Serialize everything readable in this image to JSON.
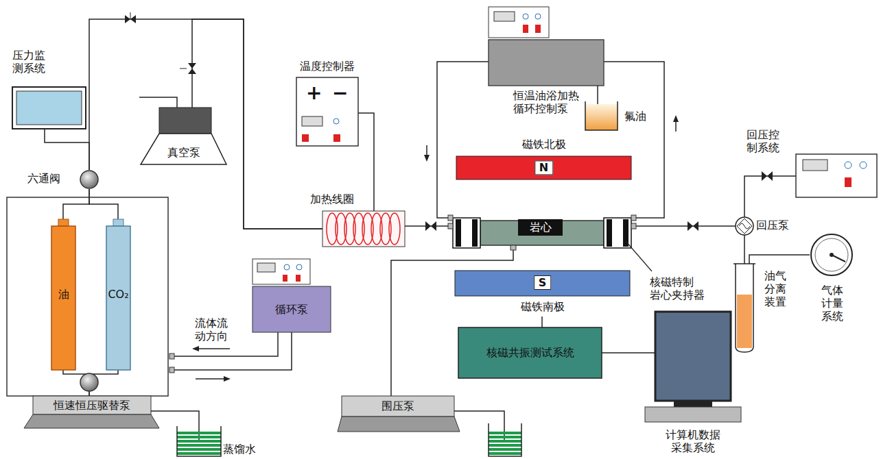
{
  "diagram": {
    "nodes": [
      {
        "text": [
          "压力监 测系统"
        ]
      },
      {
        "text": [
          "真空泵"
        ]
      },
      {
        "text": [
          "六通阀"
        ]
      },
      {
        "text": [
          "油"
        ]
      },
      {
        "text": [
          "CO₂"
        ]
      },
      {
        "text": [
          "恒速恒压驱替泵"
        ]
      },
      {
        "text": [
          "循环泵"
        ]
      },
      {
        "text": [
          "温度控制器",
          "+",
          "−"
        ]
      },
      {
        "text": [
          "加热线圈"
        ]
      },
      {
        "text": [
          "恒温油浴加热 循环控制泵"
        ]
      },
      {
        "text": [
          "N",
          "磁铁北极"
        ]
      },
      {
        "text": [
          "核磁特制 岩心夹持器"
        ]
      },
      {
        "text": [
          "岩心"
        ],
        "in": 11
      },
      {
        "text": [
          "S",
          "磁铁南极"
        ]
      },
      {
        "text": [
          "核磁共振测试系统"
        ]
      },
      {
        "text": [
          "计算机数据 采集系统"
        ]
      },
      {
        "text": [
          "围压泵"
        ]
      },
      {
        "text": [
          "回压控 制系统"
        ]
      },
      {
        "text": [
          "回压泵"
        ]
      },
      {
        "text": [
          "油气 分离 装置"
        ]
      },
      {
        "text": [
          "气体 计量 系统"
        ]
      }
    ],
    "edges": [
      {
        "from": 0,
        "to": 2,
        "arrow": "none"
      },
      {
        "from": 2,
        "to": 8,
        "arrow": "none"
      },
      {
        "from": 1,
        "to": 8,
        "arrow": "none"
      },
      {
        "from": 2,
        "to": 3,
        "arrow": "none"
      },
      {
        "from": 2,
        "to": 4,
        "arrow": "none"
      },
      {
        "from": 3,
        "to": 5,
        "arrow": "none"
      },
      {
        "from": 4,
        "to": 5,
        "arrow": "none"
      },
      {
        "from": 7,
        "to": 8,
        "arrow": "none"
      },
      {
        "from": 8,
        "to": 11,
        "arrow": "none"
      },
      {
        "from": 9,
        "to": 11,
        "arrow": "none"
      },
      {
        "from": 9,
        "to": 11,
        "arrow": "none"
      },
      {
        "from": 11,
        "to": 18,
        "arrow": "none"
      },
      {
        "from": 17,
        "to": 18,
        "arrow": "none"
      },
      {
        "from": 18,
        "to": 19,
        "arrow": "none"
      },
      {
        "from": 19,
        "to": 20,
        "arrow": "none"
      },
      {
        "from": 16,
        "to": 11,
        "arrow": "none"
      },
      {
        "from": 13,
        "to": 14,
        "arrow": "none"
      },
      {
        "from": 14,
        "to": 15,
        "arrow": "none"
      }
    ],
    "labels": [
      "蒸馏水",
      "氟油",
      "流体流 动方向"
    ]
  }
}
